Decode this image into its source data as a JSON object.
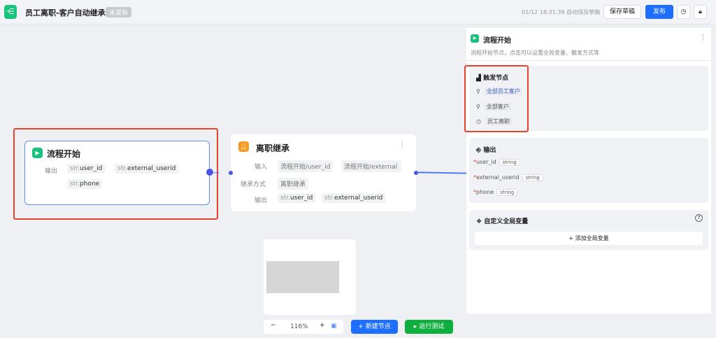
{
  "header": {
    "title": "员工离职-客户自动继承",
    "status": "未发布",
    "saved_text": "01/12 18:31:39 自动保存草稿",
    "save_draft": "保存草稿",
    "publish": "发布"
  },
  "nodes": {
    "start": {
      "title": "流程开始",
      "output_label": "输出",
      "outputs": [
        {
          "prefix": "str.",
          "name": "user_id"
        },
        {
          "prefix": "str.",
          "name": "external_userid"
        },
        {
          "prefix": "str.",
          "name": "phone"
        }
      ]
    },
    "inherit": {
      "title": "离职继承",
      "input_label": "输入",
      "inputs": [
        "流程开始/user_id",
        "流程开始/external"
      ],
      "mode_label": "继承方式",
      "mode": "离职继承",
      "output_label": "输出",
      "outputs": [
        {
          "prefix": "str.",
          "name": "user_id"
        },
        {
          "prefix": "str.",
          "name": "external_userid"
        }
      ]
    }
  },
  "toolbar": {
    "zoom": "116%",
    "new_node": "新建节点",
    "run_test": "运行测试"
  },
  "panel": {
    "title": "流程开始",
    "desc": "流程开始节点，点击可以设置全局变量、触发方式等",
    "trigger": {
      "title": "触发节点",
      "items": [
        {
          "icon": "user-icon",
          "label": "全部员工客户",
          "active": true
        },
        {
          "icon": "user-icon",
          "label": "全部客户"
        },
        {
          "icon": "clock-icon",
          "label": "员工离职"
        }
      ]
    },
    "output": {
      "title": "输出",
      "items": [
        {
          "name": "user_id",
          "type": "string"
        },
        {
          "name": "external_userid",
          "type": "string"
        },
        {
          "name": "phone",
          "type": "string"
        }
      ]
    },
    "globals": {
      "title": "自定义全局变量",
      "add": "添加全局变量"
    }
  },
  "colors": {
    "accent": "#1e6fff",
    "green": "#19c37d",
    "highlight": "#e8432c",
    "edge": "#4b55e6"
  }
}
